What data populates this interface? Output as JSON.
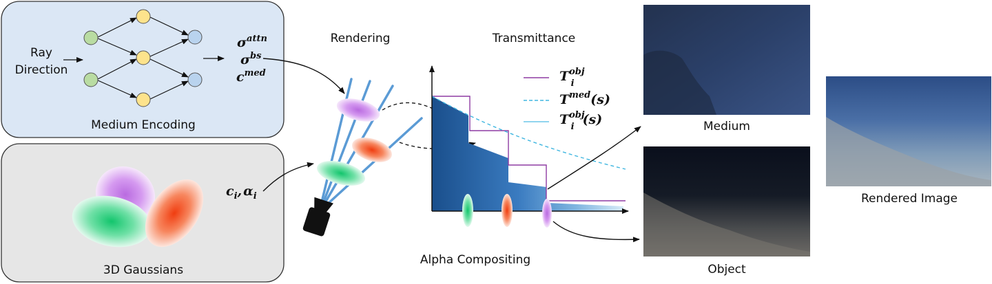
{
  "medium_panel": {
    "label": "Medium Encoding",
    "input_line1": "Ray",
    "input_line2": "Direction",
    "outputs": [
      {
        "base": "σ",
        "sup": "attn"
      },
      {
        "base": "σ",
        "sup": "bs"
      },
      {
        "base": "c",
        "sup": "med"
      }
    ],
    "colors": {
      "background": "#dbe7f5",
      "input_node": "#b9dca2",
      "hidden_node": "#fde38c",
      "output_node": "#b9d3ee"
    }
  },
  "gaussian_panel": {
    "label": "3D Gaussians",
    "output": {
      "c": "c",
      "c_sub": "i",
      "sep": ",",
      "a": "α",
      "a_sub": "i"
    },
    "colors": {
      "background": "#e6e6e6",
      "purple": "#c77de6",
      "green": "#1fcf7a",
      "red": "#f2541e"
    }
  },
  "rendering": {
    "title": "Rendering",
    "camera_icon": "camera-icon",
    "ray_color": "#5b9bd5"
  },
  "transmittance": {
    "title": "Transmittance",
    "bottom_label": "Alpha Compositing",
    "legend": [
      {
        "base": "T",
        "sup": "obj",
        "sub": "i",
        "arg": "",
        "style": "solid",
        "color": "#8e3ba3"
      },
      {
        "base": "T",
        "sup": "med",
        "sub": "",
        "arg": "(s)",
        "style": "dashed",
        "color": "#3fb6e0"
      },
      {
        "base": "T",
        "sup": "obj",
        "sub": "i",
        "arg": "(s)",
        "style": "solid",
        "color": "#6cc6ea"
      }
    ]
  },
  "outputs": {
    "medium_label": "Medium",
    "object_label": "Object",
    "rendered_label": "Rendered Image"
  }
}
